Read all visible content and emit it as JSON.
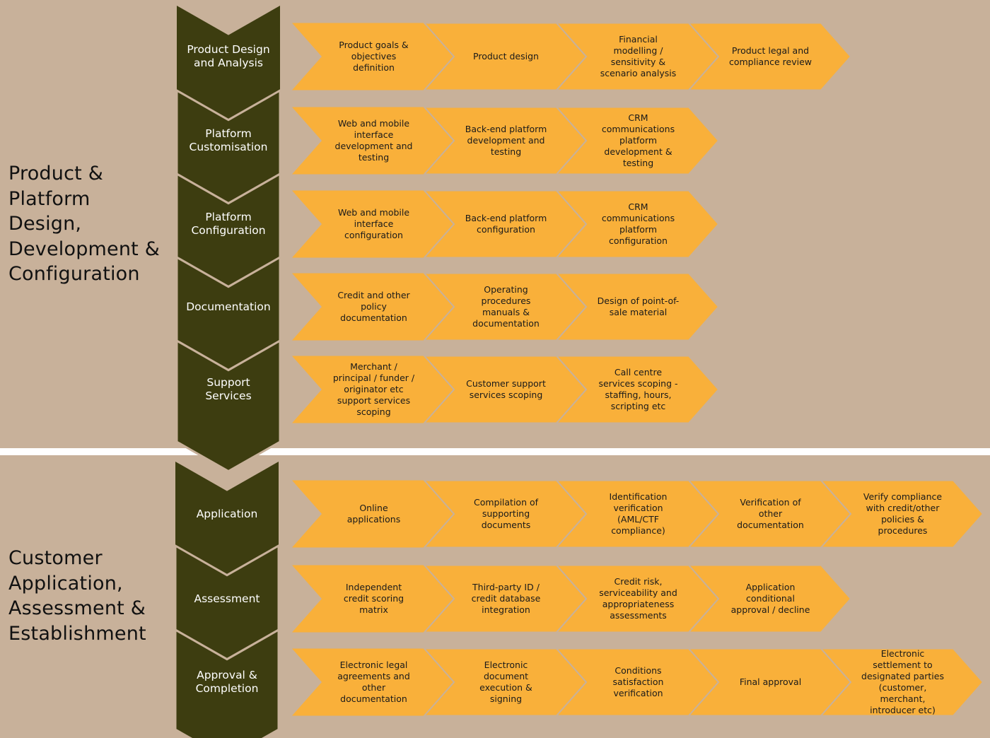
{
  "colors": {
    "background": "#c8b19a",
    "phase": "#3d3d10",
    "step": "#f9b03a",
    "divider": "#ffffff"
  },
  "sections": [
    {
      "title": "Product &\nPlatform\nDesign,\nDevelopment &\nConfiguration",
      "phases": [
        {
          "label": "Product Design\nand Analysis",
          "steps": [
            "Product goals &\nobjectives\ndefinition",
            "Product design",
            "Financial\nmodelling /\nsensitivity &\nscenario analysis",
            "Product legal and\ncompliance review"
          ]
        },
        {
          "label": "Platform\nCustomisation",
          "steps": [
            "Web and mobile\ninterface\ndevelopment and\ntesting",
            "Back-end platform\ndevelopment and\ntesting",
            "CRM\ncommunications\nplatform\ndevelopment &\ntesting"
          ]
        },
        {
          "label": "Platform\nConfiguration",
          "steps": [
            "Web and mobile\ninterface\nconfiguration",
            "Back-end platform\nconfiguration",
            "CRM\ncommunications\nplatform\nconfiguration"
          ]
        },
        {
          "label": "Documentation",
          "steps": [
            "Credit and other\npolicy\ndocumentation",
            "Operating\nprocedures\nmanuals &\ndocumentation",
            "Design of point-of-\nsale material"
          ]
        },
        {
          "label": "Support\nServices",
          "steps": [
            "Merchant /\nprincipal / funder /\noriginator etc\nsupport services\nscoping",
            "Customer support\nservices scoping",
            "Call centre\nservices scoping -\nstaffing, hours,\nscripting etc"
          ]
        }
      ]
    },
    {
      "title": "Customer\nApplication,\nAssessment &\nEstablishment",
      "phases": [
        {
          "label": "Application",
          "steps": [
            "Online\napplications",
            "Compilation of\nsupporting\ndocuments",
            "Identification\nverification\n(AML/CTF\ncompliance)",
            "Verification of\nother\ndocumentation",
            "Verify compliance\nwith credit/other\npolicies &\nprocedures"
          ]
        },
        {
          "label": "Assessment",
          "steps": [
            "Independent\ncredit scoring\nmatrix",
            "Third-party ID /\ncredit database\nintegration",
            "Credit risk,\nserviceability and\nappropriateness\nassessments",
            "Application\nconditional\napproval  / decline"
          ]
        },
        {
          "label": "Approval &\nCompletion",
          "steps": [
            "Electronic legal\nagreements and\nother\ndocumentation",
            "Electronic\ndocument\nexecution &\nsigning",
            "Conditions\nsatisfaction\nverification",
            "Final approval",
            "Electronic\nsettlement to\ndesignated parties\n(customer,\nmerchant,\nintroducer etc)"
          ]
        }
      ]
    }
  ]
}
